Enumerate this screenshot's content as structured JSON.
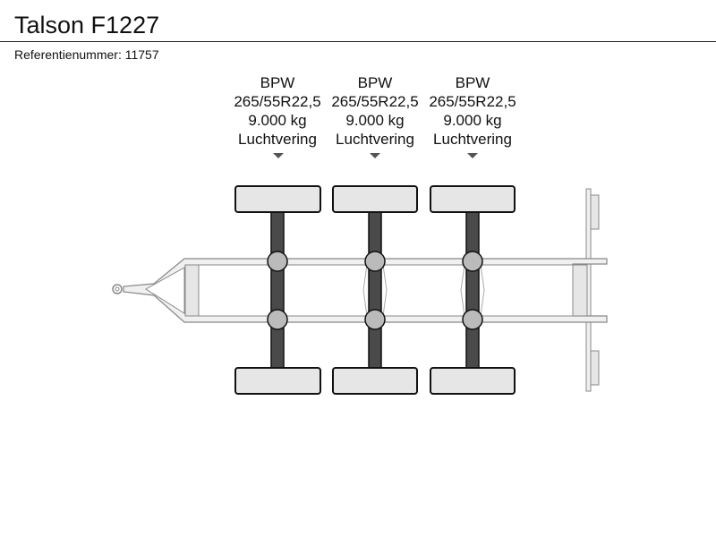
{
  "header": {
    "title": "Talson F1227",
    "reference": "Referentienummer: 11757"
  },
  "axles": [
    {
      "brand": "BPW",
      "tire": "265/55R22,5",
      "load": "9.000 kg",
      "suspension": "Luchtvering"
    },
    {
      "brand": "BPW",
      "tire": "265/55R22,5",
      "load": "9.000 kg",
      "suspension": "Luchtvering"
    },
    {
      "brand": "BPW",
      "tire": "265/55R22,5",
      "load": "9.000 kg",
      "suspension": "Luchtvering"
    }
  ],
  "colors": {
    "wheel_fill": "#e6e6e6",
    "frame_fill": "#f0f0f0",
    "axle_fill": "#4a4a4a",
    "marker_fill": "#bbbbbb",
    "outline": "#111111"
  }
}
